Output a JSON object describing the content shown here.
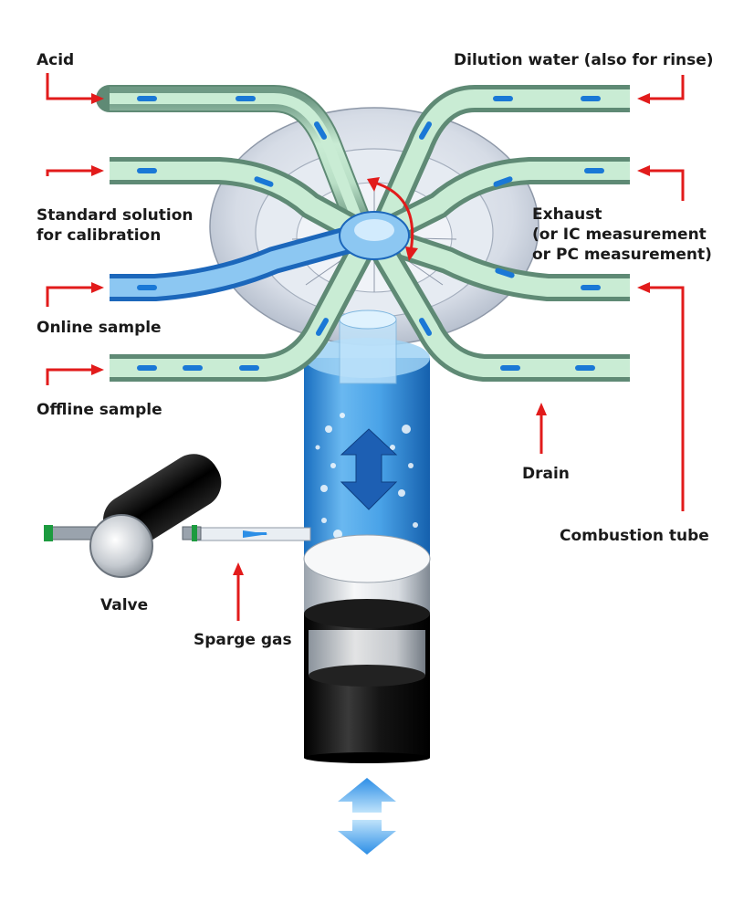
{
  "labels": {
    "acid": "Acid",
    "dilution_water": "Dilution water (also for rinse)",
    "standard_solution_line1": "Standard solution",
    "standard_solution_line2": "for calibration",
    "exhaust_line1": "Exhaust",
    "exhaust_line2": "(or IC measurement",
    "exhaust_line3": "or PC measurement)",
    "online_sample": "Online sample",
    "offline_sample": "Offline sample",
    "drain": "Drain",
    "combustion_tube": "Combustion tube",
    "valve": "Valve",
    "sparge_gas": "Sparge gas"
  },
  "icons": [
    "valve-icon",
    "piston-icon",
    "up-arrow-icon",
    "down-arrow-icon",
    "rotation-arrow-icon"
  ],
  "colors": {
    "tube_green": "#b9dfc6",
    "tube_dark": "#6f9a85",
    "flow_blue": "#1a78d6",
    "liquid_blue": "#4aa3e8",
    "pointer_red": "#e21b1b",
    "disc_grey": "#d6dce6",
    "piston_black": "#111111"
  }
}
